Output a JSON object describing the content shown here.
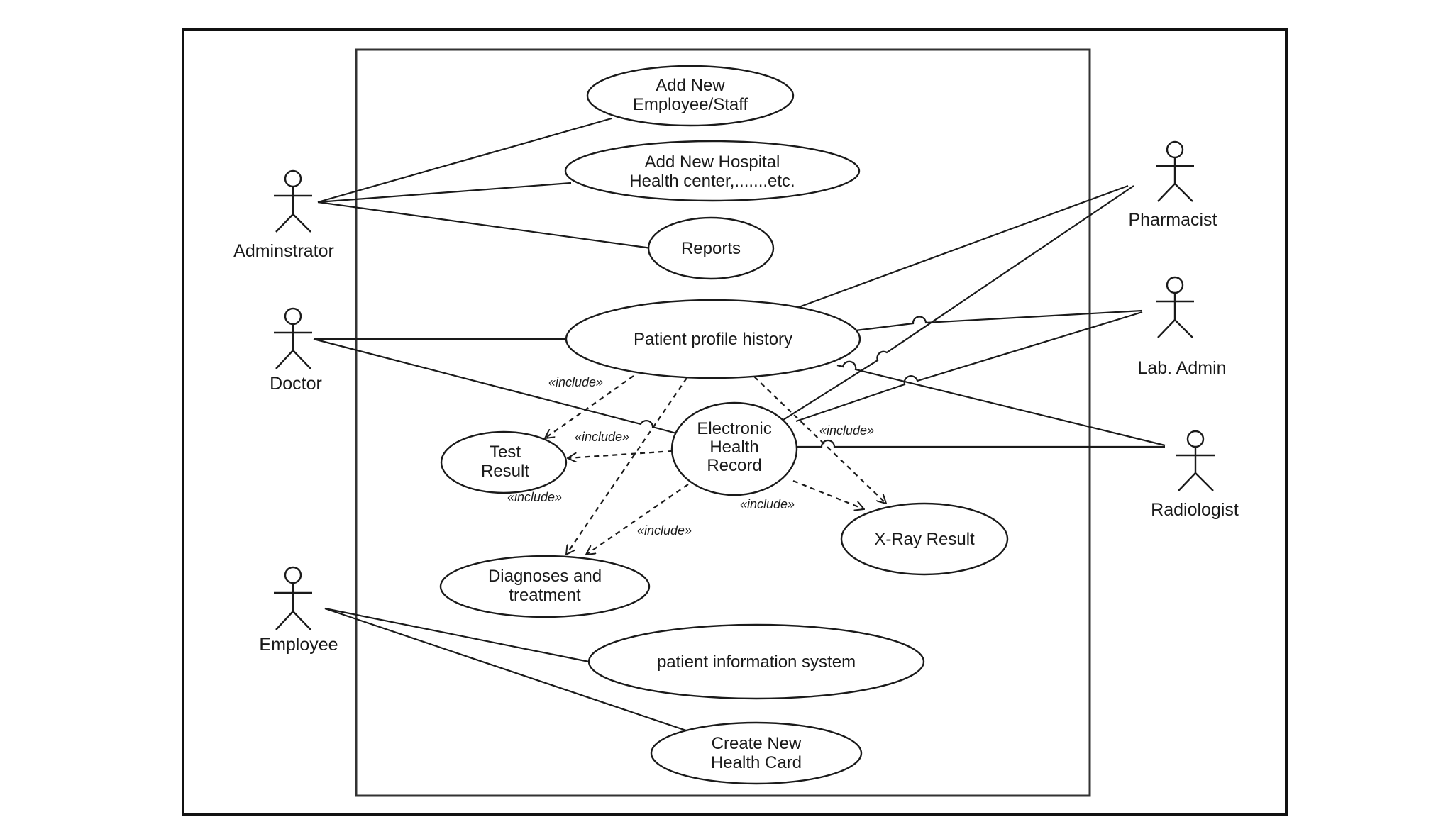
{
  "colors": {
    "line": "#1a1a1a",
    "background": "#ffffff"
  },
  "actors": {
    "administrator": "Adminstrator",
    "doctor": "Doctor",
    "employee": "Employee",
    "pharmacist": "Pharmacist",
    "lab_admin": "Lab. Admin",
    "radiologist": "Radiologist"
  },
  "use_cases": {
    "add_employee": [
      "Add New",
      "Employee/Staff"
    ],
    "add_hospital": [
      "Add New Hospital",
      "Health center,.......etc."
    ],
    "reports": [
      "Reports"
    ],
    "patient_profile": [
      "Patient profile history"
    ],
    "ehr": [
      "Electronic",
      "Health",
      "Record"
    ],
    "test_result": [
      "Test",
      "Result"
    ],
    "xray_result": [
      "X-Ray Result"
    ],
    "diagnoses": [
      "Diagnoses and",
      "treatment"
    ],
    "patient_info": [
      "patient information system"
    ],
    "health_card": [
      "Create New",
      "Health Card"
    ]
  },
  "include_label": "«include»"
}
